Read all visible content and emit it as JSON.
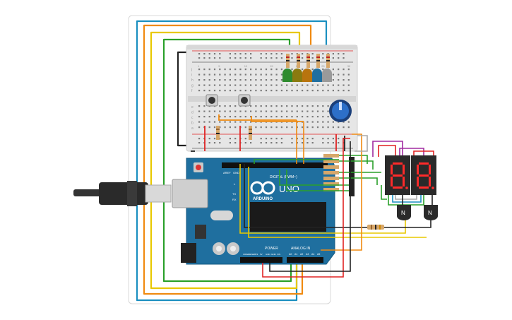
{
  "board": {
    "brand": "ARDUINO",
    "model": "UNO",
    "digital_label": "DIGITAL (PWM~)",
    "power_label": "POWER",
    "analog_label": "ANALOG IN",
    "pin_tx": "TX",
    "pin_rx": "RX",
    "pin_l": "L",
    "aref_label": "AREF",
    "gnd_label": "GND",
    "power_pins": [
      "IOREF",
      "RESET",
      "3V3",
      "5V",
      "GND",
      "GND",
      "VIN"
    ],
    "analog_pins": [
      "A0",
      "A1",
      "A2",
      "A3",
      "A4",
      "A5"
    ]
  },
  "breadboard": {
    "row_letters": [
      "a",
      "b",
      "c",
      "d",
      "e",
      "f",
      "g",
      "h",
      "i",
      "j"
    ],
    "column_numbers": [
      "1",
      "5",
      "10",
      "15",
      "20",
      "25",
      "30"
    ]
  },
  "transistors": [
    {
      "marking": "N"
    },
    {
      "marking": "N"
    }
  ],
  "displays": [
    {
      "digits": "8."
    },
    {
      "digits": "8."
    }
  ],
  "colors": {
    "wire_red": "#e02222",
    "wire_black": "#222222",
    "wire_green": "#2aa02a",
    "wire_yellow": "#e8c800",
    "wire_orange": "#f08a10",
    "wire_blue": "#1a8fc0",
    "wire_purple": "#a02aa0",
    "wire_gray": "#9a9a9a",
    "board_blue": "#1f6f9f",
    "led_green": "#2e8b2e",
    "led_olive": "#8a7a10",
    "led_orange": "#b8740e",
    "led_blue": "#1f6fa0",
    "led_gray": "#9a9a9a",
    "display_body": "#2a2a2a",
    "segment_red": "#ff2a2a",
    "pot_blue": "#2d6fc8"
  }
}
